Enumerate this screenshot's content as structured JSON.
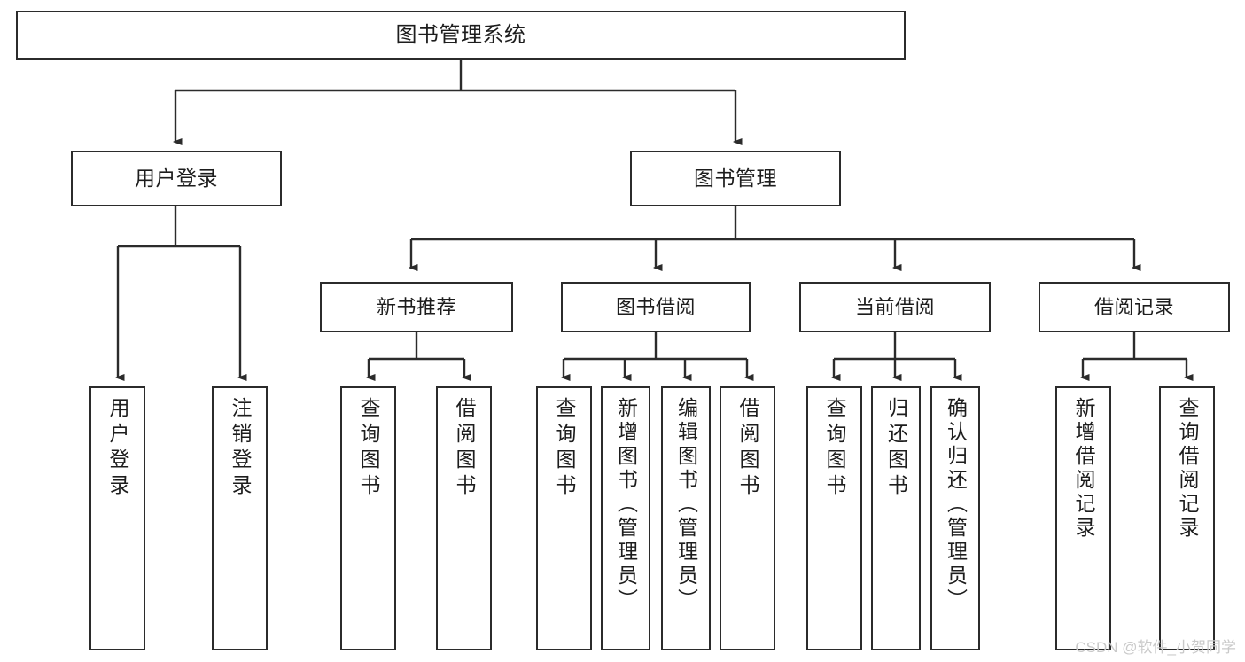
{
  "diagram": {
    "title": "图书管理系统",
    "type": "tree-hierarchy",
    "watermark": "CSDN @软件_小贺同学",
    "colors": {
      "background": "#ffffff",
      "box_border": "#2b2b2b",
      "box_fill": "#ffffff",
      "text": "#1d1d1d",
      "connector": "#2b2b2b",
      "watermark": "#c9c9c9"
    },
    "root": {
      "label": "图书管理系统"
    },
    "level1": [
      {
        "label": "用户登录"
      },
      {
        "label": "图书管理"
      }
    ],
    "level2": [
      {
        "label": "新书推荐"
      },
      {
        "label": "图书借阅"
      },
      {
        "label": "当前借阅"
      },
      {
        "label": "借阅记录"
      }
    ],
    "leaves": {
      "user_login": [
        {
          "label": "用户登录"
        },
        {
          "label": "注销登录"
        }
      ],
      "new_book_recommend": [
        {
          "label": "查询图书"
        },
        {
          "label": "借阅图书"
        }
      ],
      "book_borrow": [
        {
          "label": "查询图书"
        },
        {
          "label": "新增图书（管理员）"
        },
        {
          "label": "编辑图书（管理员）"
        },
        {
          "label": "借阅图书"
        }
      ],
      "current_borrow": [
        {
          "label": "查询图书"
        },
        {
          "label": "归还图书"
        },
        {
          "label": "确认归还（管理员）"
        }
      ],
      "borrow_record": [
        {
          "label": "新增借阅记录"
        },
        {
          "label": "查询借阅记录"
        }
      ]
    }
  }
}
